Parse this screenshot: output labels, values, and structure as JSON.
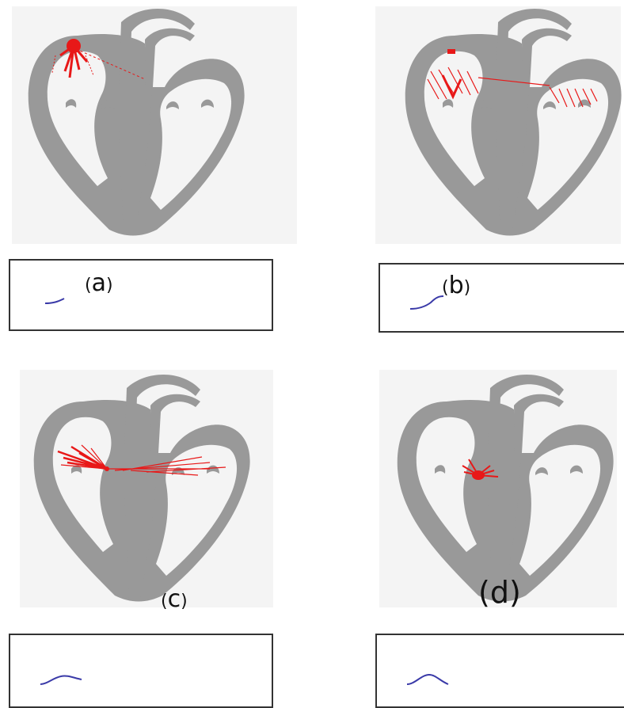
{
  "panels": [
    {
      "id": "a",
      "label_open": "(",
      "label_letter": "a",
      "label_close": ")",
      "stage": "sa-node"
    },
    {
      "id": "b",
      "label_open": "(",
      "label_letter": "b",
      "label_close": ")",
      "stage": "atria"
    },
    {
      "id": "c",
      "label_open": "(",
      "label_letter": "c",
      "label_close": ")",
      "stage": "av-plane"
    },
    {
      "id": "d",
      "label_full": "(d)",
      "stage": "av-node"
    }
  ],
  "colors": {
    "muscle": "#999999",
    "background": "#f3f3f3",
    "conduction": "#e81818",
    "ecg_trace": "#3a3aa8",
    "box_border": "#333333"
  }
}
